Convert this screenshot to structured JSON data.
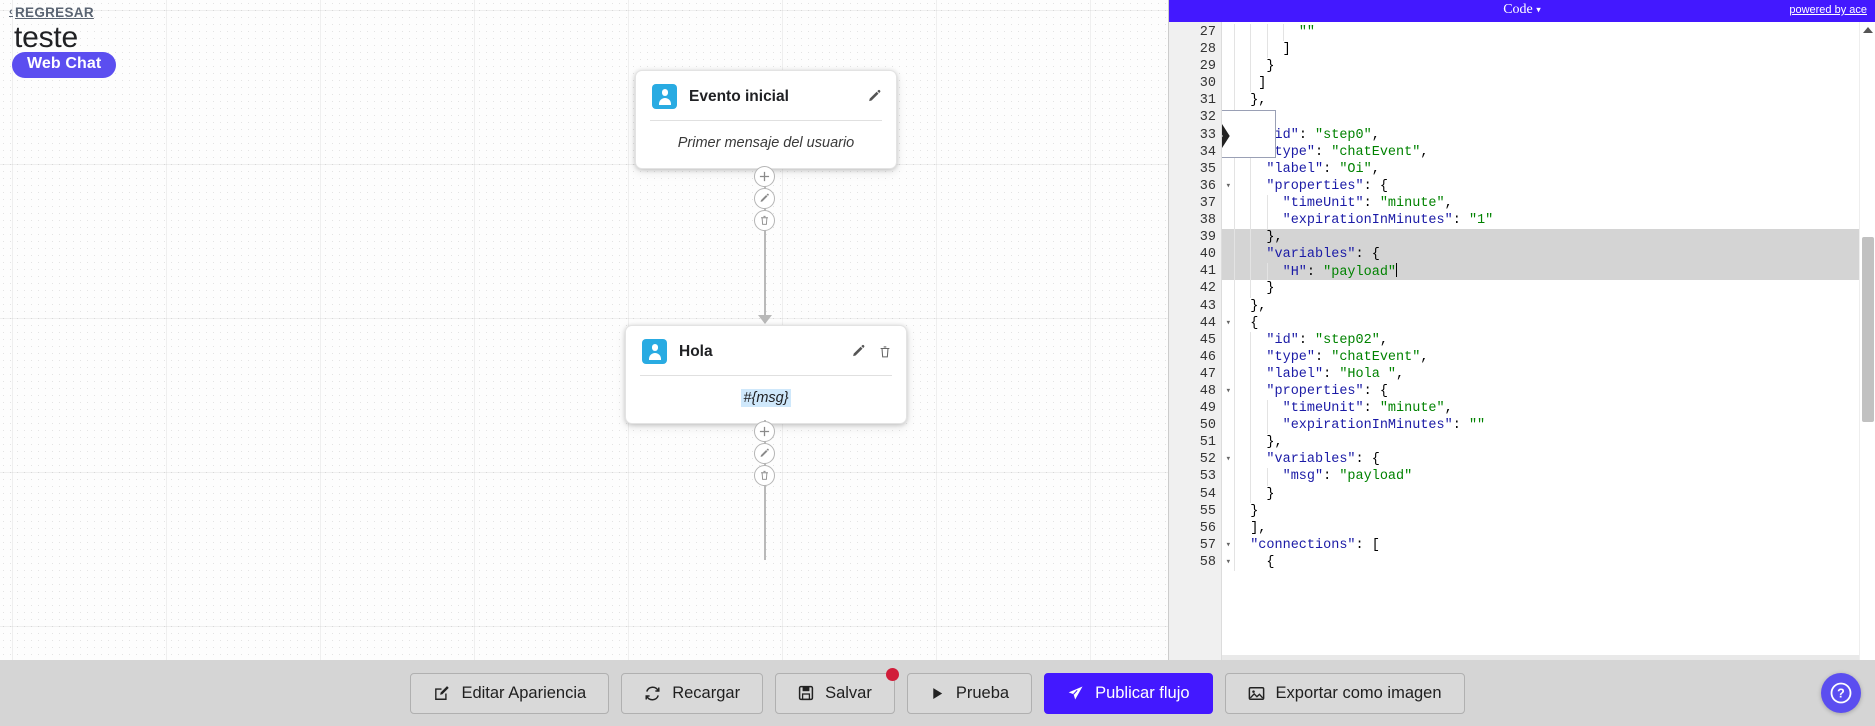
{
  "header": {
    "back_label": "REGRESAR",
    "back_chevron": "‹",
    "title": "teste",
    "channel_badge": "Web Chat"
  },
  "flow": {
    "nodes": [
      {
        "icon": "user-avatar-icon",
        "title": "Evento inicial",
        "body": "Primer mensaje del usuario",
        "actions": [
          "edit-icon"
        ]
      },
      {
        "icon": "user-avatar-icon",
        "title": "Hola",
        "body": "#{msg}",
        "actions": [
          "edit-icon",
          "delete-icon"
        ]
      }
    ],
    "connector_actions": [
      "add-icon",
      "edit-icon",
      "delete-icon"
    ]
  },
  "code_panel": {
    "title": "Code",
    "title_caret": "▾",
    "powered_by": "powered by ace",
    "fold_chevron": "❯",
    "first_line_number": 27,
    "lines": [
      {
        "n": 27,
        "fold": false,
        "sel": false,
        "indent": 4,
        "text": "        \"\""
      },
      {
        "n": 28,
        "fold": false,
        "sel": false,
        "indent": 3,
        "text": "      ]"
      },
      {
        "n": 29,
        "fold": false,
        "sel": false,
        "indent": 2,
        "text": "    }"
      },
      {
        "n": 30,
        "fold": false,
        "sel": false,
        "indent": 2,
        "text": "   ]"
      },
      {
        "n": 31,
        "fold": false,
        "sel": false,
        "indent": 1,
        "text": "  },"
      },
      {
        "n": 32,
        "fold": true,
        "sel": false,
        "indent": 1,
        "text": "  {"
      },
      {
        "n": 33,
        "fold": false,
        "sel": false,
        "indent": 2,
        "text": "    \"id\": \"step0\","
      },
      {
        "n": 34,
        "fold": false,
        "sel": false,
        "indent": 2,
        "text": "    \"type\": \"chatEvent\","
      },
      {
        "n": 35,
        "fold": false,
        "sel": false,
        "indent": 2,
        "text": "    \"label\": \"Oi\","
      },
      {
        "n": 36,
        "fold": true,
        "sel": false,
        "indent": 2,
        "text": "    \"properties\": {"
      },
      {
        "n": 37,
        "fold": false,
        "sel": false,
        "indent": 3,
        "text": "      \"timeUnit\": \"minute\","
      },
      {
        "n": 38,
        "fold": false,
        "sel": false,
        "indent": 3,
        "text": "      \"expirationInMinutes\": \"1\""
      },
      {
        "n": 39,
        "fold": false,
        "sel": true,
        "indent": 2,
        "text": "    },"
      },
      {
        "n": 40,
        "fold": true,
        "sel": true,
        "indent": 2,
        "text": "    \"variables\": {"
      },
      {
        "n": 41,
        "fold": false,
        "sel": true,
        "indent": 3,
        "text": "      \"H\": \"payload\""
      },
      {
        "n": 42,
        "fold": false,
        "sel": false,
        "indent": 2,
        "text": "    }"
      },
      {
        "n": 43,
        "fold": false,
        "sel": false,
        "indent": 1,
        "text": "  },"
      },
      {
        "n": 44,
        "fold": true,
        "sel": false,
        "indent": 1,
        "text": "  {"
      },
      {
        "n": 45,
        "fold": false,
        "sel": false,
        "indent": 2,
        "text": "    \"id\": \"step02\","
      },
      {
        "n": 46,
        "fold": false,
        "sel": false,
        "indent": 2,
        "text": "    \"type\": \"chatEvent\","
      },
      {
        "n": 47,
        "fold": false,
        "sel": false,
        "indent": 2,
        "text": "    \"label\": \"Hola \","
      },
      {
        "n": 48,
        "fold": true,
        "sel": false,
        "indent": 2,
        "text": "    \"properties\": {"
      },
      {
        "n": 49,
        "fold": false,
        "sel": false,
        "indent": 3,
        "text": "      \"timeUnit\": \"minute\","
      },
      {
        "n": 50,
        "fold": false,
        "sel": false,
        "indent": 3,
        "text": "      \"expirationInMinutes\": \"\""
      },
      {
        "n": 51,
        "fold": false,
        "sel": false,
        "indent": 2,
        "text": "    },"
      },
      {
        "n": 52,
        "fold": true,
        "sel": false,
        "indent": 2,
        "text": "    \"variables\": {"
      },
      {
        "n": 53,
        "fold": false,
        "sel": false,
        "indent": 3,
        "text": "      \"msg\": \"payload\""
      },
      {
        "n": 54,
        "fold": false,
        "sel": false,
        "indent": 2,
        "text": "    }"
      },
      {
        "n": 55,
        "fold": false,
        "sel": false,
        "indent": 1,
        "text": "  }"
      },
      {
        "n": 56,
        "fold": false,
        "sel": false,
        "indent": 1,
        "text": "  ],"
      },
      {
        "n": 57,
        "fold": true,
        "sel": false,
        "indent": 1,
        "text": "  \"connections\": ["
      },
      {
        "n": 58,
        "fold": true,
        "sel": false,
        "indent": 1,
        "text": "    {"
      }
    ]
  },
  "toolbar": {
    "buttons": [
      {
        "id": "edit-appearance",
        "icon": "edit-square-icon",
        "label": "Editar Apariencia",
        "primary": false,
        "badge": false
      },
      {
        "id": "reload",
        "icon": "refresh-icon",
        "label": "Recargar",
        "primary": false,
        "badge": false
      },
      {
        "id": "save",
        "icon": "floppy-disk-icon",
        "label": "Salvar",
        "primary": false,
        "badge": true
      },
      {
        "id": "test",
        "icon": "play-icon",
        "label": "Prueba",
        "primary": false,
        "badge": false
      },
      {
        "id": "publish-flow",
        "icon": "rocket-icon",
        "label": "Publicar flujo",
        "primary": true,
        "badge": false
      },
      {
        "id": "export-image",
        "icon": "image-icon",
        "label": "Exportar como imagen",
        "primary": false,
        "badge": false
      }
    ]
  },
  "help": {
    "glyph": "?"
  },
  "colors": {
    "brand_purple": "#4318FF",
    "badge_purple": "#5b4ef0",
    "avatar_blue": "#29abe2",
    "var_chip_blue": "#cfe8fb",
    "badge_red": "#d11d3a",
    "toolbar_gray": "#d5d5d5"
  }
}
